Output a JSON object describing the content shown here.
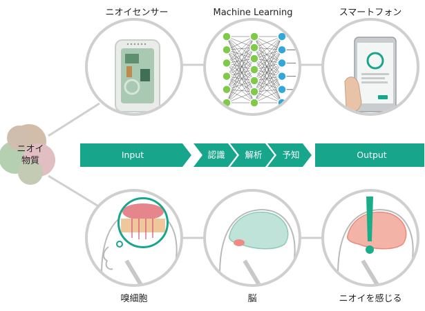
{
  "top_labels": {
    "sensor": "ニオイセンサー",
    "ml": "Machine Learning",
    "phone": "スマートフォン"
  },
  "source_label": [
    "ニオイ",
    "物質"
  ],
  "flow": {
    "input": "Input",
    "step1": "認識",
    "step2": "解析",
    "step3": "予知",
    "output": "Output"
  },
  "bottom_labels": {
    "olfactory": "嗅細胞",
    "brain": "脳",
    "perceive": "ニオイを感じる"
  },
  "colors": {
    "teal": "#17a58b",
    "circle_border": "#cfcfcf",
    "blob_tan": "#c9b29a",
    "blob_green": "#a9c8a4",
    "blob_pink": "#dcb3b7",
    "nn_green": "#7fca4a",
    "nn_blue": "#34a7d9",
    "brain_teal": "#bfe3d8",
    "brain_red": "#ef8b82",
    "exclamation": "#19ad8a"
  }
}
